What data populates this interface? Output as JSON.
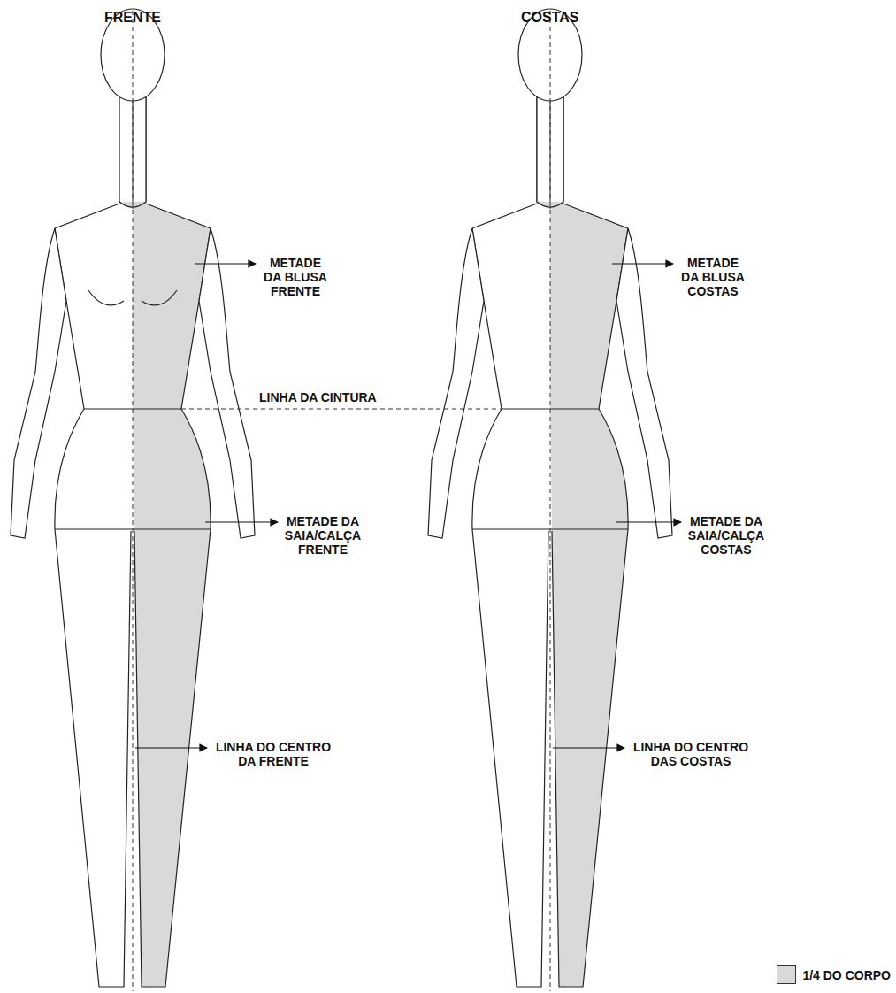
{
  "diagram": {
    "labels": [
      "FRENTE",
      "COSTAS",
      "METADE DA BLUSA FRENTE",
      "METADE DA BLUSA COSTAS",
      "LINHA DA CINTURA",
      "METADE DA SAIA/CALÇA FRENTE",
      "METADE DA SAIA/CALÇA COSTAS",
      "LINHA DO CENTRO DA FRENTE",
      "LINHA DO CENTRO DAS COSTAS"
    ],
    "legend": [
      {
        "text": "1/4 DO CORPO",
        "color": "#d9d9d9"
      }
    ]
  }
}
